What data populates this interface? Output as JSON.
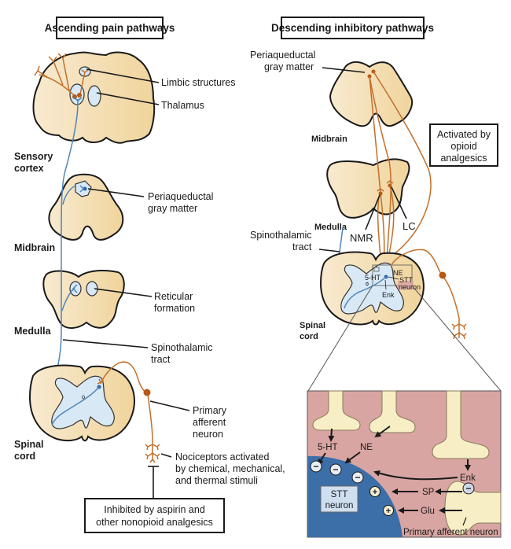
{
  "titles": {
    "ascending": "Ascending pain pathways",
    "descending": "Descending inhibitory pathways"
  },
  "ascending": {
    "region_labels": {
      "sensory_cortex_1": "Sensory",
      "sensory_cortex_2": "cortex",
      "midbrain": "Midbrain",
      "medulla": "Medulla",
      "spinal_cord_1": "Spinal",
      "spinal_cord_2": "cord"
    },
    "callouts": {
      "limbic": "Limbic structures",
      "thalamus": "Thalamus",
      "pag_1": "Periaqueductal",
      "pag_2": "gray matter",
      "reticular_1": "Reticular",
      "reticular_2": "formation",
      "stt_1": "Spinothalamic",
      "stt_2": "tract",
      "primary_1": "Primary",
      "primary_2": "afferent",
      "primary_3": "neuron",
      "nociceptors_1": "Nociceptors activated",
      "nociceptors_2": "by chemical, mechanical,",
      "nociceptors_3": "and thermal stimuli"
    },
    "inhibited_box": {
      "line1": "Inhibited by aspirin and",
      "line2": "other nonopioid analgesics"
    }
  },
  "descending": {
    "region_labels": {
      "midbrain": "Midbrain",
      "medulla": "Medulla",
      "spinal_cord_1": "Spinal",
      "spinal_cord_2": "cord"
    },
    "callouts": {
      "pag_1": "Periaqueductal",
      "pag_2": "gray matter",
      "nmr": "NMR",
      "lc": "LC",
      "stt_1": "Spinothalamic",
      "stt_2": "tract"
    },
    "activated_box": {
      "line1": "Activated by",
      "line2": "opioid",
      "line3": "analgesics"
    },
    "cord_labels": {
      "five_ht": "5-HT",
      "ne": "NE",
      "stt": "STT",
      "neuron": "neuron",
      "enk": "Enk"
    }
  },
  "inset": {
    "labels": {
      "five_ht": "5-HT",
      "ne": "NE",
      "enk": "Enk",
      "sp": "SP",
      "glu": "Glu",
      "stt_1": "STT",
      "stt_2": "neuron",
      "primary": "Primary afferent neuron"
    },
    "signs": {
      "minus": "−",
      "plus": "+"
    },
    "colors": {
      "background": "#d8a5a2",
      "stt_neuron": "#3c6ea8",
      "terminal": "#f7eec5",
      "stt_box": "#cfdff0"
    }
  },
  "colors": {
    "tissue_light": "#f8ead0",
    "tissue_dark": "#f0d49c",
    "gray_matter": "#d8e8f5",
    "ascending_tract": "#4f86b8",
    "descending_fiber": "#c26f2a"
  }
}
